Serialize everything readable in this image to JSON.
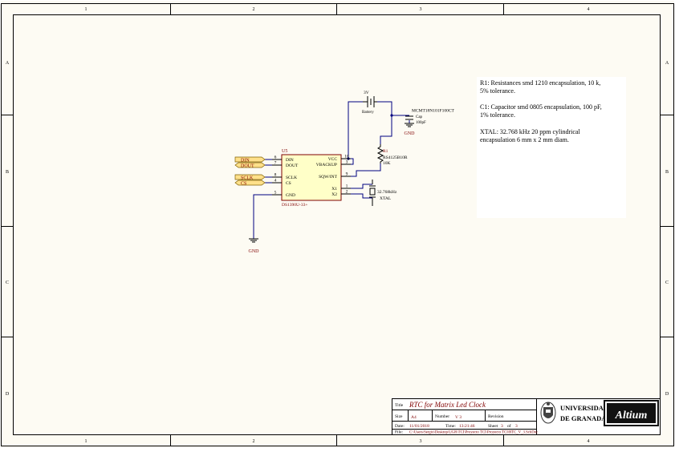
{
  "colors": {
    "paper": "#fdfbf3",
    "frame": "#000000",
    "wire": "#000080",
    "pin": "#000000",
    "part_fill": "#ffffc8",
    "part_border": "#800000",
    "label": "#800000",
    "port_fill": "#ffe08a",
    "port_border": "#806000",
    "title_accent": "#800000",
    "net": "#800000"
  },
  "border": {
    "columns": [
      "1",
      "2",
      "3",
      "4"
    ],
    "rows": [
      "A",
      "B",
      "C",
      "D"
    ]
  },
  "ports": [
    {
      "text": "DIN"
    },
    {
      "text": "DOUT"
    },
    {
      "text": "SCLK"
    },
    {
      "text": "CS"
    }
  ],
  "u5": {
    "designator": "U5",
    "part": "DS1390U-33+",
    "pins_left": [
      {
        "num": "6",
        "name": "DIN"
      },
      {
        "num": "7",
        "name": "DOUT"
      },
      {
        "num": "8",
        "name": "SCLK"
      },
      {
        "num": "4",
        "name": "CS"
      },
      {
        "num": "5",
        "name": "GND"
      }
    ],
    "pins_right": [
      {
        "num": "10",
        "name": "VCC"
      },
      {
        "num": "3",
        "name": "VBACKUP"
      },
      {
        "num": "9",
        "name": "SQW/INT"
      },
      {
        "num": "1",
        "name": "X1"
      },
      {
        "num": "2",
        "name": "X2"
      }
    ]
  },
  "battery": {
    "value": "3V",
    "label": "Battery"
  },
  "capacitor": {
    "part": "MCMT18N101F100CT",
    "label": "Cap",
    "value": "100pF"
  },
  "resistor": {
    "designator": "R1",
    "part": "RS4125B10R",
    "value": "10K"
  },
  "crystal": {
    "value": "32.768kHz",
    "label": "XTAL"
  },
  "gnd_labels": [
    "GND",
    "GND"
  ],
  "notes": [
    [
      "R1: Resistances smd 1210 encapsulation,  10 k,",
      "5% tolerance."
    ],
    [
      "C1: Capacitor smd 0805 encapsulation,  100 pF,",
      "1% tolerance."
    ],
    [
      "XTAL: 32.768 kHz 20 ppm cylindrical",
      "encapsulation 6 mm x 2 mm diam."
    ]
  ],
  "titleblock": {
    "title_label": "Title",
    "title": "RTC for Matrix Led Clock",
    "size_label": "Size",
    "size": "A4",
    "number_label": "Number",
    "number": "V 3",
    "revision_label": "Revision",
    "date_label": "Date:",
    "date": "11/01/2018",
    "time_label": "Time:",
    "time": "13:21:46",
    "sheet_label": "Sheet",
    "sheet": "3",
    "of_label": "of",
    "sheet_total": "3",
    "file_label": "File:",
    "file": "C:\\Users\\Sergio\\Desktop\\UGR\\TCI\\Proyecto TCI\\Proyecto TCI\\RTC_V_3.SchDoc",
    "university_line1": "UNIVERSIDAD",
    "university_line2": "DE GRANADA",
    "brand": "Altium"
  }
}
